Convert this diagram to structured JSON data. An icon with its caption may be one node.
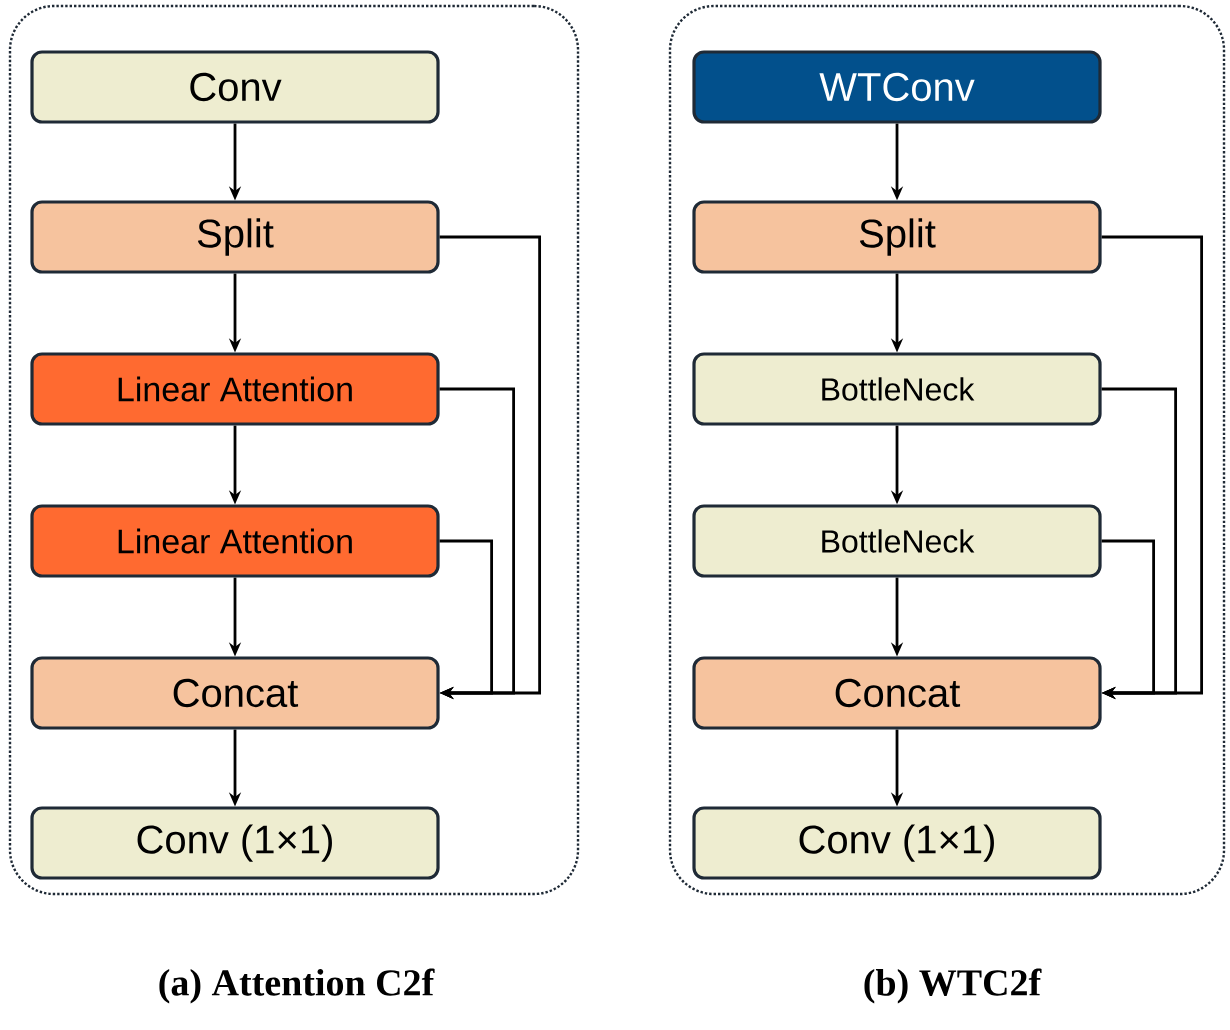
{
  "diagram": {
    "nodes": [
      {
        "text": [
          "(a) Attention C2f"
        ]
      },
      {
        "text": [
          "Conv"
        ],
        "in": 0
      },
      {
        "text": [
          "Split"
        ],
        "in": 0
      },
      {
        "text": [
          "Linear Attention"
        ],
        "in": 0
      },
      {
        "text": [
          "Linear Attention"
        ],
        "in": 0
      },
      {
        "text": [
          "Concat"
        ],
        "in": 0
      },
      {
        "text": [
          "Conv (1×1)"
        ],
        "in": 0
      },
      {
        "text": [
          "(b) WTC2f"
        ]
      },
      {
        "text": [
          "WTConv"
        ],
        "in": 7
      },
      {
        "text": [
          "Split"
        ],
        "in": 7
      },
      {
        "text": [
          "BottleNeck"
        ],
        "in": 7
      },
      {
        "text": [
          "BottleNeck"
        ],
        "in": 7
      },
      {
        "text": [
          "Concat"
        ],
        "in": 7
      },
      {
        "text": [
          "Conv (1×1)"
        ],
        "in": 7
      }
    ],
    "edges": [
      {
        "from": 1,
        "to": 2,
        "arrow": "to"
      },
      {
        "from": 2,
        "to": 3,
        "arrow": "to"
      },
      {
        "from": 3,
        "to": 4,
        "arrow": "to"
      },
      {
        "from": 4,
        "to": 5,
        "arrow": "to"
      },
      {
        "from": 5,
        "to": 6,
        "arrow": "to"
      },
      {
        "from": 2,
        "to": 5,
        "arrow": "to"
      },
      {
        "from": 3,
        "to": 5,
        "arrow": "to"
      },
      {
        "from": 4,
        "to": 5,
        "arrow": "to"
      },
      {
        "from": 8,
        "to": 9,
        "arrow": "to"
      },
      {
        "from": 9,
        "to": 10,
        "arrow": "to"
      },
      {
        "from": 10,
        "to": 11,
        "arrow": "to"
      },
      {
        "from": 11,
        "to": 12,
        "arrow": "to"
      },
      {
        "from": 12,
        "to": 13,
        "arrow": "to"
      },
      {
        "from": 9,
        "to": 12,
        "arrow": "to"
      },
      {
        "from": 10,
        "to": 12,
        "arrow": "to"
      },
      {
        "from": 11,
        "to": 12,
        "arrow": "to"
      }
    ]
  }
}
